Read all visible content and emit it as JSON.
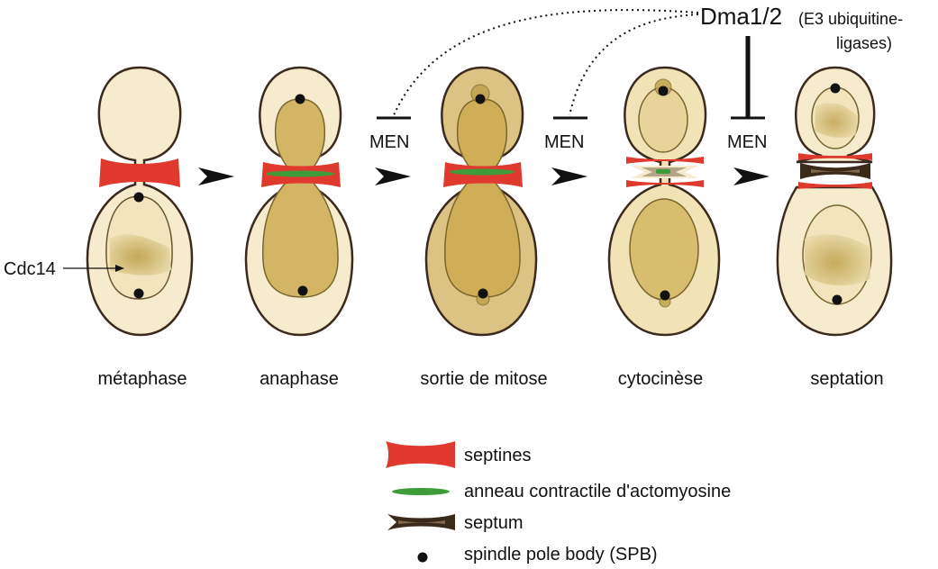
{
  "stages": [
    {
      "label": "métaphase"
    },
    {
      "label": "anaphase"
    },
    {
      "label": "sortie de mitose"
    },
    {
      "label": "cytocinèse"
    },
    {
      "label": "septation"
    }
  ],
  "regulators": {
    "men_label": "MEN",
    "dma_main": "Dma1/2",
    "dma_sub_line1": "(E3 ubiquitine-",
    "dma_sub_line2": "ligases)"
  },
  "annotations": {
    "cdc14_label": "Cdc14"
  },
  "legend": {
    "septins": "septines",
    "ring": "anneau contractile d'actomyosine",
    "septum": "septum",
    "spb": "spindle pole body (SPB)"
  },
  "colors": {
    "septin_red": "#e03a2e",
    "ring_green": "#3f9b3a",
    "septum_brown": "#3a2a1a",
    "cell_fill": "#f6ebcc",
    "cell_fill_dark": "#dcc384",
    "nucleus_fill": "#d4b566",
    "outline": "#3b2a1e"
  }
}
